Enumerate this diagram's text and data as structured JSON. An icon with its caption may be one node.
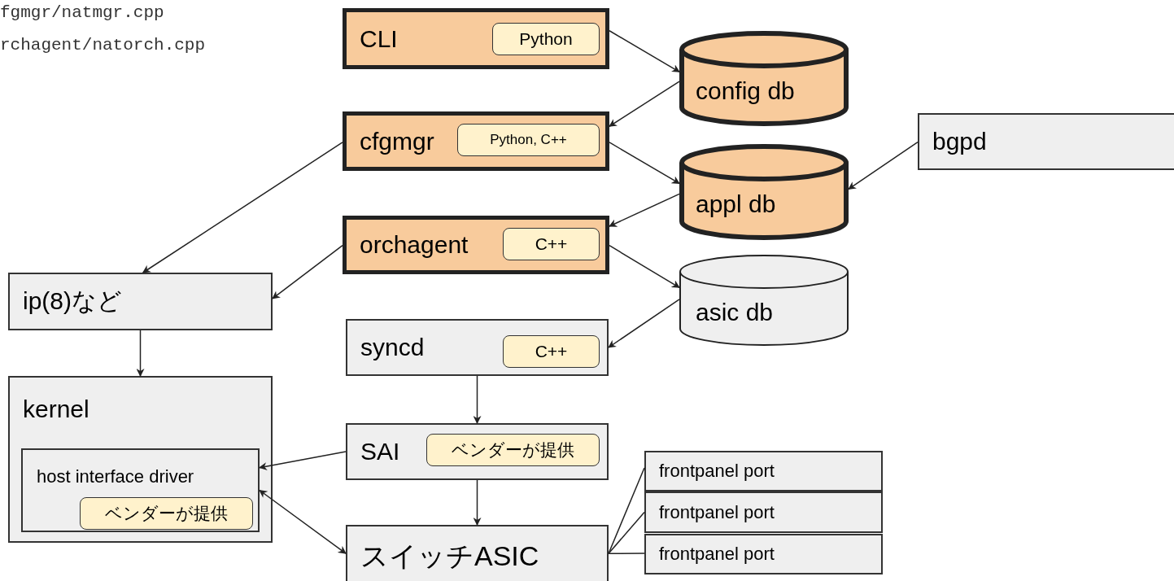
{
  "diagram": {
    "nodes": [
      {
        "text": [
          "CLI"
        ]
      },
      {
        "text": [
          "Python"
        ],
        "in": 0
      },
      {
        "text": [
          "config db"
        ]
      },
      {
        "text": [
          "cfgmgr"
        ]
      },
      {
        "text": [
          "Python, C++"
        ],
        "in": 3
      },
      {
        "text": [
          "bgpd"
        ]
      },
      {
        "text": [
          "appl db"
        ]
      },
      {
        "text": [
          "orchagent"
        ]
      },
      {
        "text": [
          "C++"
        ],
        "in": 7
      },
      {
        "text": [
          "ip(8)など"
        ]
      },
      {
        "text": [
          "asic db"
        ]
      },
      {
        "text": [
          "syncd"
        ]
      },
      {
        "text": [
          "C++"
        ],
        "in": 11
      },
      {
        "text": [
          "kernel"
        ]
      },
      {
        "text": [
          "host interface driver"
        ],
        "in": 13
      },
      {
        "text": [
          "ベンダーが提供"
        ],
        "in": 14
      },
      {
        "text": [
          "SAI"
        ]
      },
      {
        "text": [
          "ベンダーが提供"
        ],
        "in": 16
      },
      {
        "text": [
          "frontpanel port"
        ]
      },
      {
        "text": [
          "frontpanel port"
        ]
      },
      {
        "text": [
          "スイッチASIC"
        ]
      },
      {
        "text": [
          "frontpanel port"
        ]
      }
    ],
    "edges": [
      {
        "from": 0,
        "to": 2,
        "arrow": "to"
      },
      {
        "from": 2,
        "to": 3,
        "arrow": "to"
      },
      {
        "from": 3,
        "to": 6,
        "arrow": "to"
      },
      {
        "from": 5,
        "to": 6,
        "arrow": "to"
      },
      {
        "from": 6,
        "to": 7,
        "arrow": "to"
      },
      {
        "from": 7,
        "to": 10,
        "arrow": "to"
      },
      {
        "from": 3,
        "to": 9,
        "arrow": "to"
      },
      {
        "from": 7,
        "to": 9,
        "arrow": "to"
      },
      {
        "from": 10,
        "to": 11,
        "arrow": "to"
      },
      {
        "from": 9,
        "to": 13,
        "arrow": "to"
      },
      {
        "from": 11,
        "to": 16,
        "arrow": "to"
      },
      {
        "from": 16,
        "to": 14,
        "arrow": "to"
      },
      {
        "from": 16,
        "to": 20,
        "arrow": "to"
      },
      {
        "from": 20,
        "to": 14,
        "arrow": "both"
      },
      {
        "from": 20,
        "to": 18,
        "arrow": "none"
      },
      {
        "from": 20,
        "to": 19,
        "arrow": "none"
      },
      {
        "from": 20,
        "to": 21,
        "arrow": "none"
      }
    ],
    "labels": [
      "fgmgr/natmgr.cpp",
      "rchagent/natorch.cpp"
    ]
  }
}
